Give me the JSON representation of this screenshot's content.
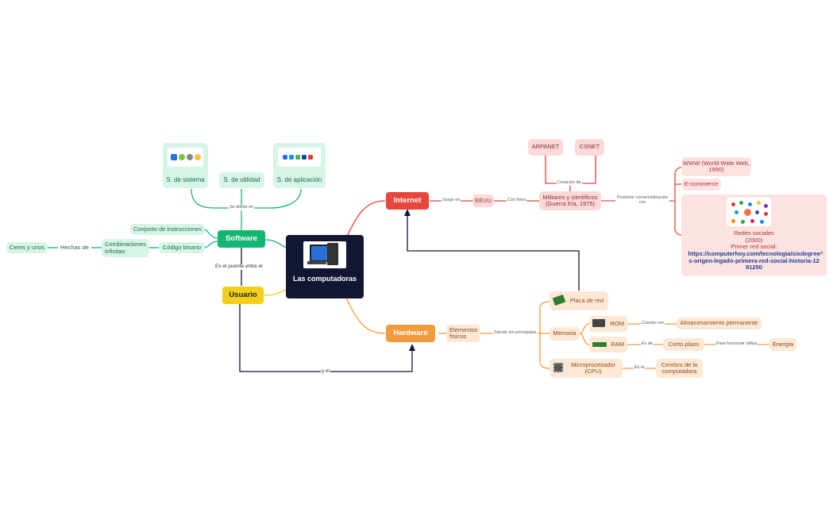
{
  "center": {
    "title": "Las computadoras"
  },
  "software": {
    "label": "Software",
    "divide_label": "Se divide en",
    "types": [
      "S. de sistema",
      "S. de utilidad",
      "S. de aplicación"
    ],
    "left_items": {
      "conjunto": "Conjunto de instrucciones",
      "codigo": "Código binario",
      "combinaciones": "Combinaciones infinitas",
      "hechas": "Hechas de",
      "ceros": "Ceres y unos"
    }
  },
  "usuario": {
    "label": "Usuario",
    "puente": "Es el puente entre el",
    "y_el": "y el"
  },
  "internet": {
    "label": "Internet",
    "surge": "Surge en",
    "eeuu": "EEUU",
    "con_fines": "Con fines",
    "militares": "Militares y científicos (Guerra fría, 1975)",
    "creacion": "Creación de",
    "arpanet": "ARPANET",
    "csnet": "CSNET",
    "posterior": "Posterior comercialización con",
    "www": "WWW (World Wide Web, 1990)",
    "ecommerce": "E-commerce",
    "redes": "Redes sociales",
    "redes_year": "(2000)",
    "primer": "Primer red social:",
    "url": "https://computerhoy.com/tecnologia/sixdegrees-origen-legado-primera-red-social-historia-1281250"
  },
  "hardware": {
    "label": "Hardware",
    "elementos": "Elementos físicos",
    "siendo": "Siendo los principales",
    "placa": "Placa de red",
    "memoria": "Memoria",
    "rom": "ROM",
    "cuenta": "Cuenta con",
    "almacenamiento": "Almacenamiento permanente",
    "ram": "RAM",
    "es_de": "Es de",
    "corto": "Corto plazo",
    "para": "Para funcionar utiliza",
    "energia": "Energía",
    "micro": "Microprocesador (CPU)",
    "es_el": "Es el",
    "cerebro": "Cerebro de la computadora"
  },
  "colors": {
    "internet": "#e8453c",
    "hardware": "#f39a3c",
    "software": "#14b673",
    "usuario": "#f2cf1c",
    "center": "#121633"
  }
}
